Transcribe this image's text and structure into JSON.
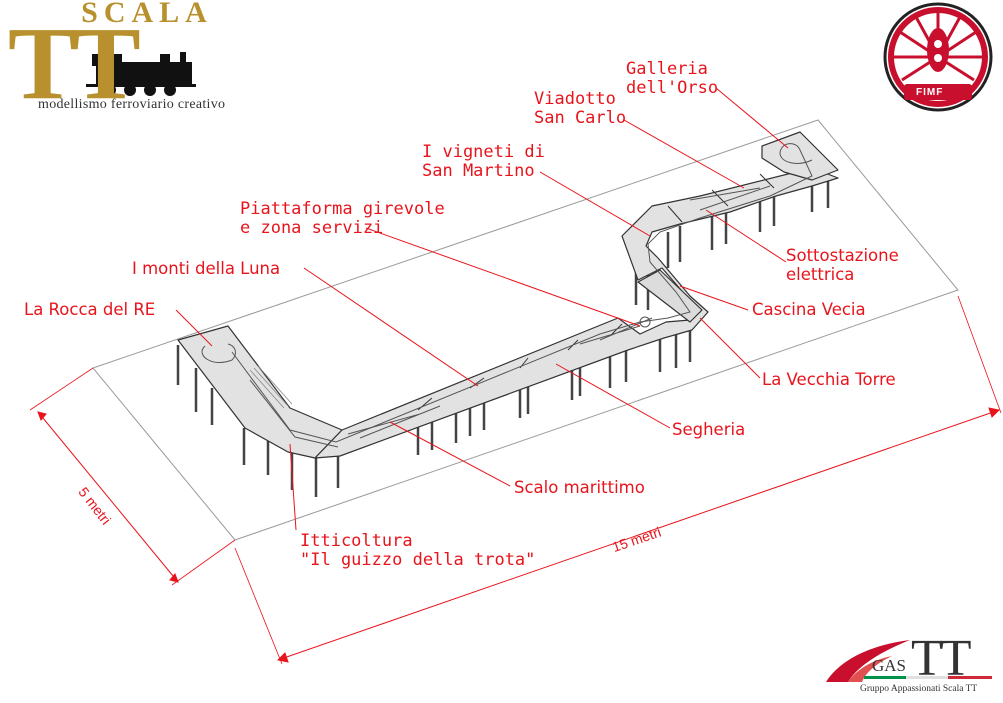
{
  "logo_top_left": {
    "brand": "SCALA",
    "monogram": "TT",
    "tagline": "modellismo ferroviario creativo"
  },
  "logo_top_right": {
    "text": "FIMF"
  },
  "logo_bottom_right": {
    "word": "GAS",
    "monogram": "TT",
    "tagline": "Gruppo Appassionati Scala TT"
  },
  "labels": {
    "galleria": "Galleria\ndell'Orso",
    "viadotto": "Viadotto\nSan Carlo",
    "vigneti": "I vigneti di\nSan Martino",
    "piattaforma": "Piattaforma girevole\ne zona servizi",
    "monti": "I monti della Luna",
    "rocca": "La Rocca del RE",
    "sottostazione": "Sottostazione\nelettrica",
    "cascina": "Cascina Vecia",
    "torre": "La Vecchia Torre",
    "segheria": "Segheria",
    "scalo": "Scalo marittimo",
    "itticoltura": "Itticoltura\n\"Il guizzo della trota\""
  },
  "dimensions": {
    "width": "5 metri",
    "length": "15 metri"
  },
  "colors": {
    "label": "#e8141c",
    "gold": "#b8912e",
    "board": "#e2e2e2",
    "fimf_red": "#c8102e"
  }
}
